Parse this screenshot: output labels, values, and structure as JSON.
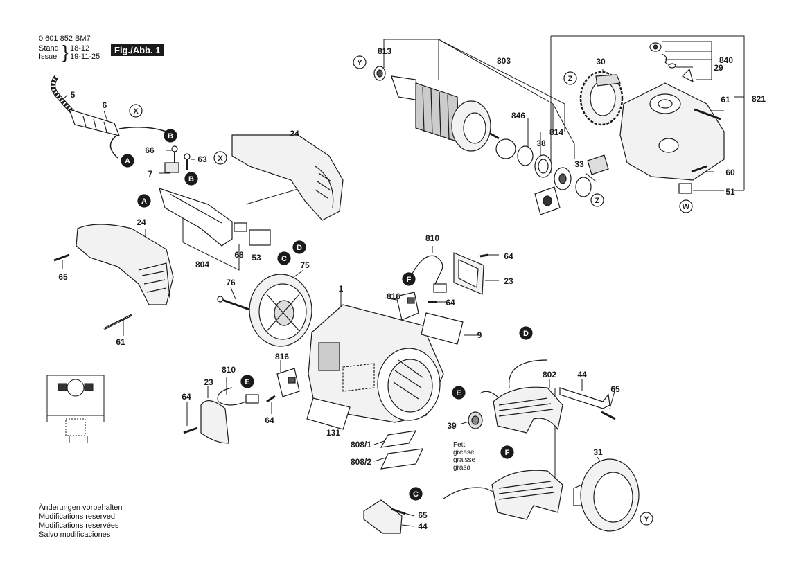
{
  "header": {
    "part_number": "0 601 852 BM7",
    "stand_label": "Stand",
    "stand_value": "18-12",
    "issue_label": "Issue",
    "issue_value": "19-11-25",
    "fig_label": "Fig./Abb. 1"
  },
  "notes": [
    "Änderungen vorbehalten",
    "Modifications reserved",
    "Modifications reservées",
    "Salvo modificaciones"
  ],
  "grease_label": [
    "Fett",
    "grease",
    "graisse",
    "grasa"
  ],
  "connector_letters": {
    "a": "A",
    "b": "B",
    "c": "C",
    "d": "D",
    "e": "E",
    "f": "F",
    "x": "X",
    "y": "Y",
    "z": "Z",
    "w": "W"
  },
  "part_labels": {
    "p1": "1",
    "p5": "5",
    "p6": "6",
    "p7": "7",
    "p9": "9",
    "p23": "23",
    "p24": "24",
    "p29": "29",
    "p30": "30",
    "p31": "31",
    "p33": "33",
    "p38": "38",
    "p39": "39",
    "p44": "44",
    "p51": "51",
    "p53": "53",
    "p60": "60",
    "p61": "61",
    "p63": "63",
    "p64": "64",
    "p65": "65",
    "p66": "66",
    "p68": "68",
    "p75": "75",
    "p76": "76",
    "p131": "131",
    "p802": "802",
    "p803": "803",
    "p804": "804",
    "p808_1": "808/1",
    "p808_2": "808/2",
    "p810": "810",
    "p813": "813",
    "p814": "814",
    "p816": "816",
    "p821": "821",
    "p840": "840",
    "p846": "846"
  },
  "colors": {
    "line": "#1a1a1a",
    "fill_light": "#f2f2f2",
    "fill_mid": "#c8c8c8",
    "fill_dark": "#555555"
  }
}
